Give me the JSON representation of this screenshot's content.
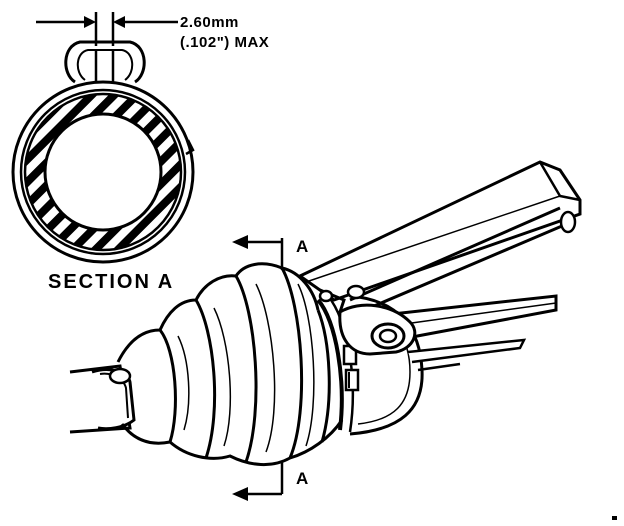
{
  "dimension": {
    "metric": "2.60mm",
    "imperial": "(.102\") MAX"
  },
  "section_title": "SECTION A",
  "cut_marks": {
    "top": "A",
    "bottom": "A"
  },
  "colors": {
    "ink": "#000000",
    "paper": "#ffffff"
  }
}
